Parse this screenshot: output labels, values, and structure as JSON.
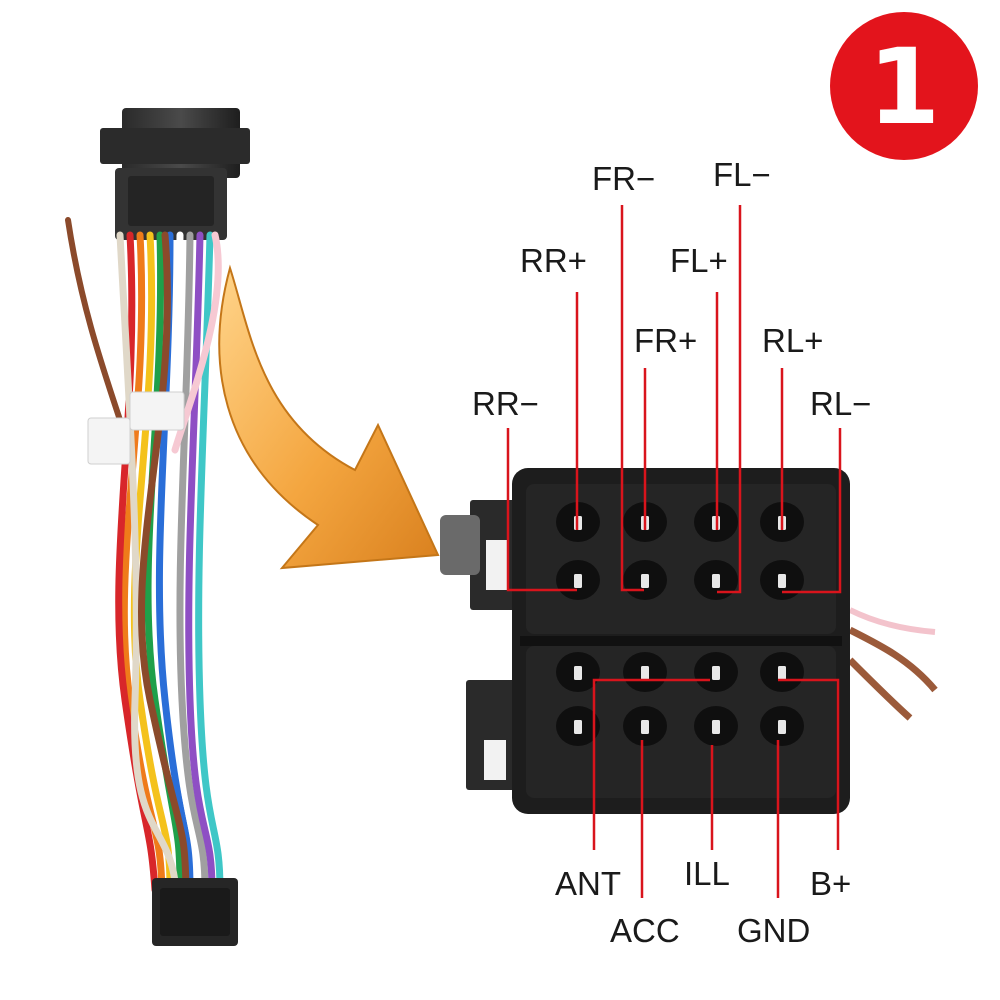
{
  "badge": {
    "number": "1",
    "color": "#e3141c"
  },
  "pins": {
    "top": {
      "fr_minus": "FR−",
      "fl_minus": "FL−",
      "rr_plus": "RR+",
      "fl_plus": "FL+",
      "fr_plus": "FR+",
      "rl_plus": "RL+",
      "rr_minus": "RR−",
      "rl_minus": "RL−"
    },
    "bottom": {
      "ant": "ANT",
      "acc": "ACC",
      "ill": "ILL",
      "gnd": "GND",
      "b_plus": "B+"
    }
  },
  "colors": {
    "leader_line": "#d9141c",
    "connector_body": "#1c1c1c",
    "arrow": "#f0a23a"
  }
}
